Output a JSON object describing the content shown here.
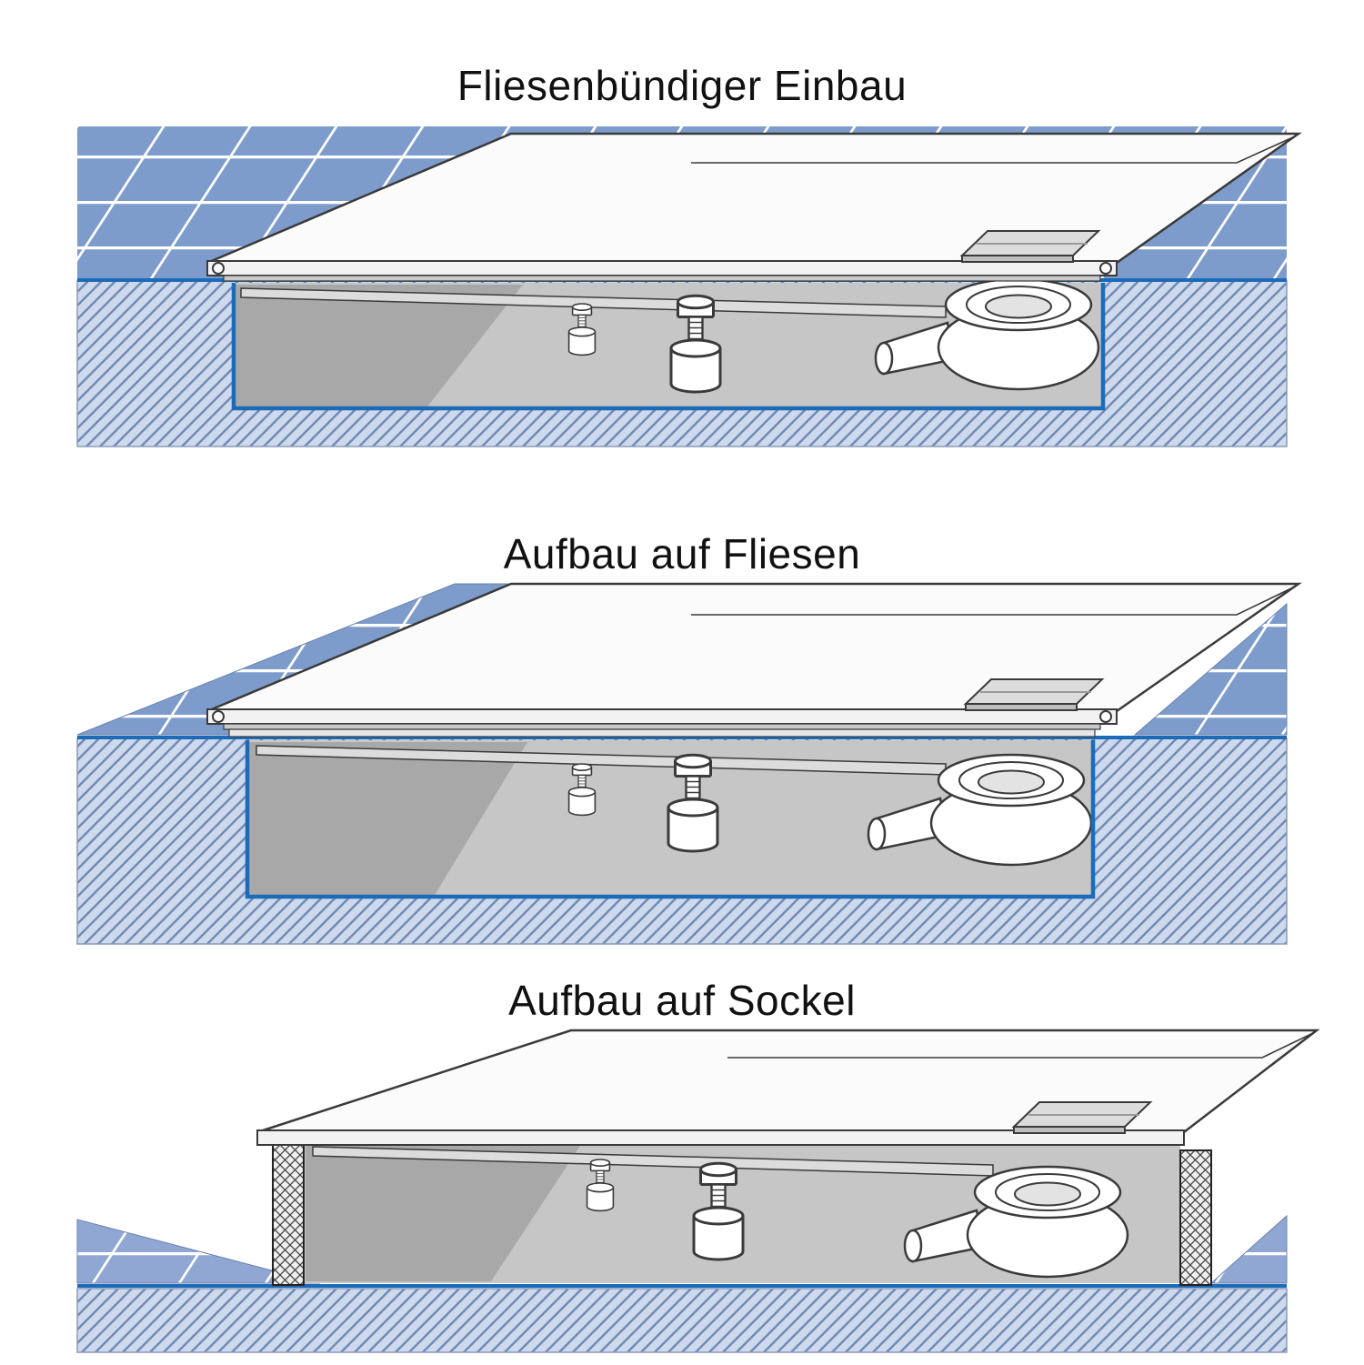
{
  "page": {
    "background": "#ffffff",
    "description_names": [
      "shower-tray-installation-diagrams"
    ]
  },
  "diagrams": [
    {
      "id": "flush-with-tiles",
      "title": "Fliesenbündiger Einbau"
    },
    {
      "id": "on-top-of-tiles",
      "title": "Aufbau auf Fliesen"
    },
    {
      "id": "on-pedestal",
      "title": "Aufbau auf Sockel"
    }
  ],
  "colors": {
    "tile_blue": "#7E9CCB",
    "tile_grout_white": "#FFFFFF",
    "floor_hatch_fill": "#CDD9EC",
    "floor_hatch_line": "#7289B2",
    "sealing_outline_blue": "#1C6BB8",
    "drawing_line_dark": "#3A3A3A",
    "cavity_gray": "#C6C6C6",
    "cavity_shadow_gray": "#A8A8A8",
    "tray_white": "#FBFBFB"
  }
}
